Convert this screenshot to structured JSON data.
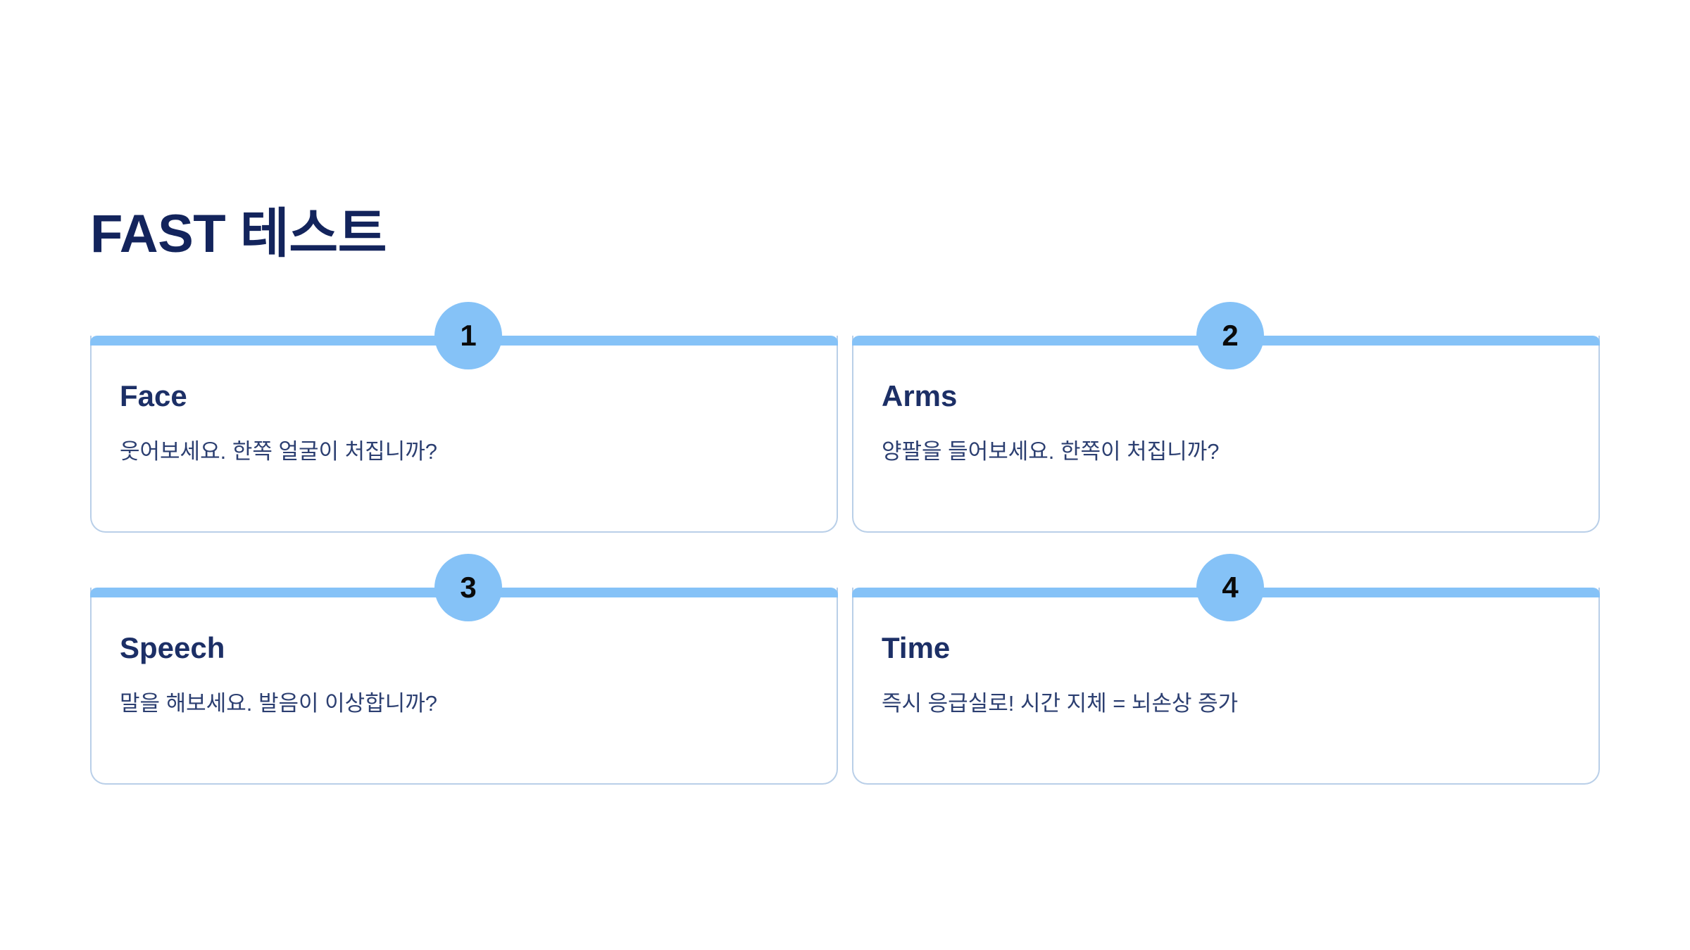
{
  "page": {
    "title": "FAST 테스트",
    "background_color": "#FFFFFF",
    "title_color": "#13245C",
    "accent_color": "#85C2F7",
    "border_color": "#B9CFE8",
    "body_text_color": "#2C3F71"
  },
  "cards": [
    {
      "number": "1",
      "title": "Face",
      "description": "웃어보세요. 한쪽 얼굴이 처집니까?"
    },
    {
      "number": "2",
      "title": "Arms",
      "description": "양팔을 들어보세요. 한쪽이 처집니까?"
    },
    {
      "number": "3",
      "title": "Speech",
      "description": "말을 해보세요. 발음이 이상합니까?"
    },
    {
      "number": "4",
      "title": "Time",
      "description": "즉시 응급실로! 시간 지체 = 뇌손상 증가"
    }
  ]
}
